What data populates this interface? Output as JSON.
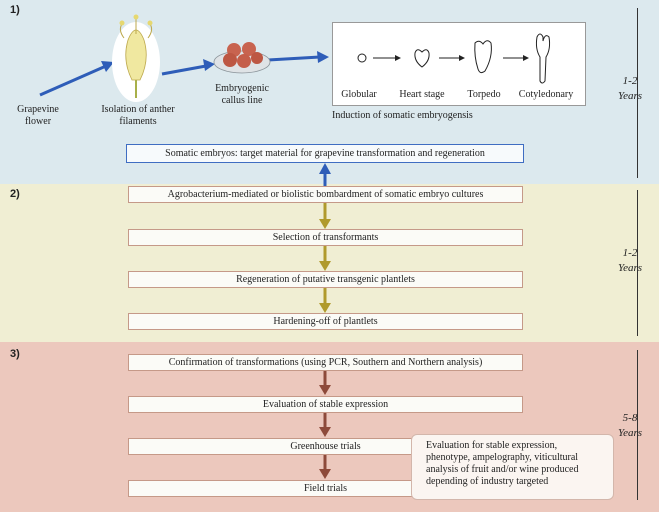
{
  "sections": [
    {
      "number": "1)",
      "duration": [
        "1-2",
        "Years"
      ]
    },
    {
      "number": "2)",
      "duration": [
        "1-2",
        "Years"
      ]
    },
    {
      "number": "3)",
      "duration": [
        "5-8",
        "Years"
      ]
    }
  ],
  "stage1": {
    "grapevine_flower": [
      "Grapevine",
      "flower"
    ],
    "anther_isolation": [
      "Isolation of anther",
      "filaments"
    ],
    "callus_line": [
      "Embryogenic",
      "callus line"
    ],
    "embryo_stages": [
      "Globular",
      "Heart stage",
      "Torpedo",
      "Cotyledonary"
    ],
    "induction_caption": "Induction of somatic embryogensis"
  },
  "steps": [
    "Somatic embryos: target material for grapevine transformation and regeneration",
    "Agrobacterium-mediated or biolistic bombardment of somatic embryo cultures",
    "Selection of transformants",
    "Regeneration of putative transgenic plantlets",
    "Hardening-off of plantlets",
    "Confirmation of transformations (using PCR, Southern and Northern analysis)",
    "Evaluation of stable expression",
    "Greenhouse trials",
    "Field trials"
  ],
  "evaluation_note": [
    "Evaluation for stable expression,",
    "phenotype, ampelography, viticultural",
    "analysis of fruit and/or wine produced",
    "depending of industry targeted"
  ],
  "colors": {
    "band1": "#dce9ee",
    "band2": "#f0eed3",
    "band3": "#ecc8bd",
    "blue_arrow": "#2e5db8",
    "gold_arrow": "#b09a2c",
    "brown_arrow": "#8d4a3a"
  }
}
